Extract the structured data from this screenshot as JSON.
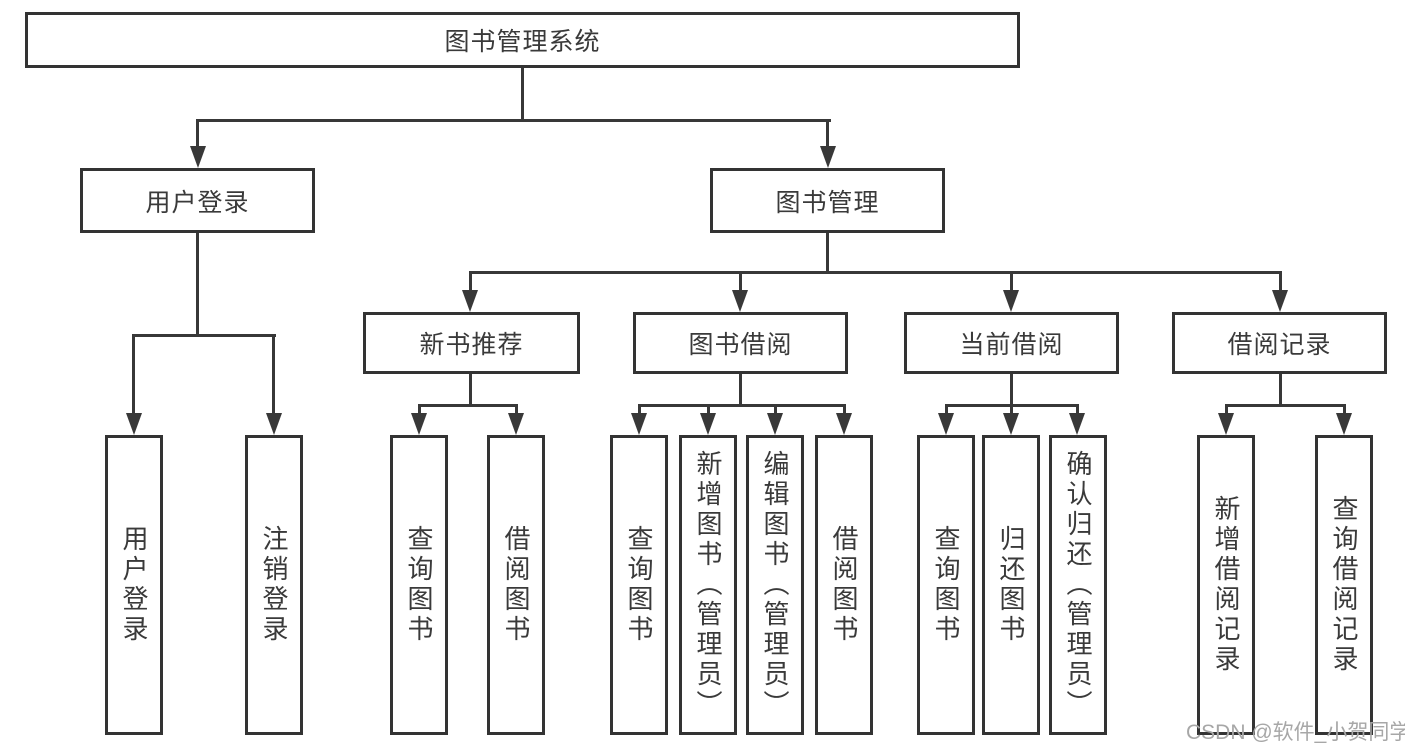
{
  "diagram": {
    "tree": {
      "label": "图书管理系统",
      "children": [
        {
          "label": "用户登录",
          "children": [
            {
              "label": "用户登录"
            },
            {
              "label": "注销登录"
            }
          ]
        },
        {
          "label": "图书管理",
          "children": [
            {
              "label": "新书推荐",
              "children": [
                {
                  "label": "查询图书"
                },
                {
                  "label": "借阅图书"
                }
              ]
            },
            {
              "label": "图书借阅",
              "children": [
                {
                  "label": "查询图书"
                },
                {
                  "label": "新增图书（管理员）"
                },
                {
                  "label": "编辑图书（管理员）"
                },
                {
                  "label": "借阅图书"
                }
              ]
            },
            {
              "label": "当前借阅",
              "children": [
                {
                  "label": "查询图书"
                },
                {
                  "label": "归还图书"
                },
                {
                  "label": "确认归还（管理员）"
                }
              ]
            },
            {
              "label": "借阅记录",
              "children": [
                {
                  "label": "新增借阅记录"
                },
                {
                  "label": "查询借阅记录"
                }
              ]
            }
          ]
        }
      ]
    },
    "watermark": "CSDN @软件_小贺同学",
    "colors": {
      "line": "#383838",
      "border": "#333333",
      "text": "#3a3a3a",
      "background": "#ffffff",
      "watermark": "#a7a7a7"
    }
  }
}
